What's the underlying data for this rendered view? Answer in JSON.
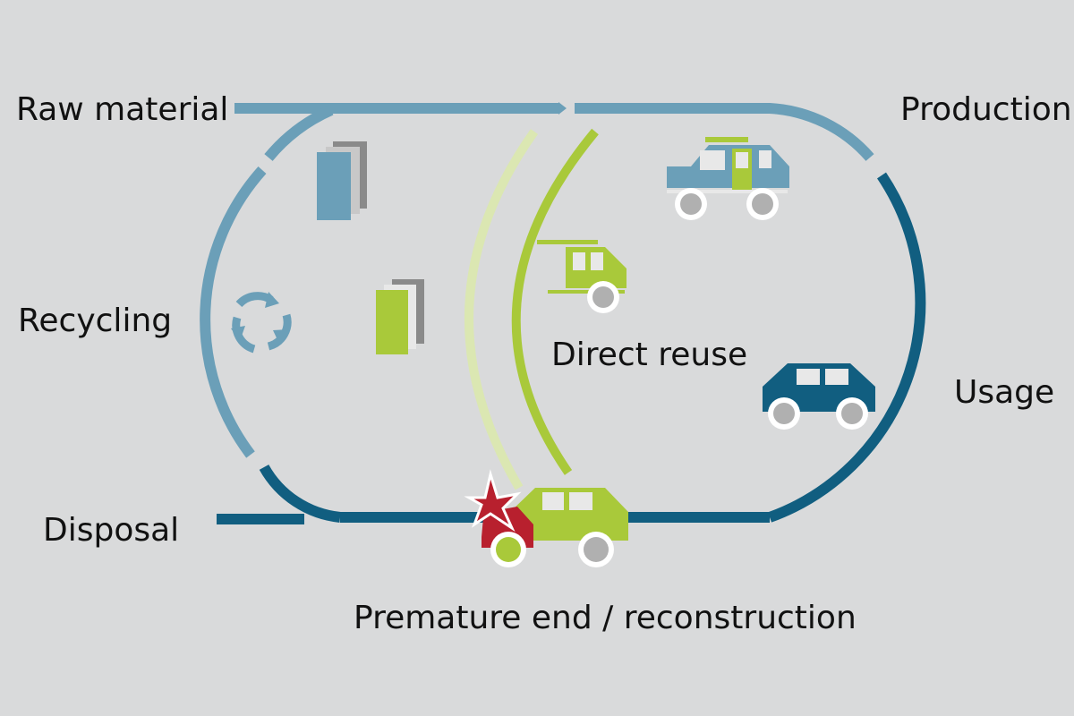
{
  "labels": {
    "raw_material": "Raw material",
    "production": "Production",
    "recycling": "Recycling",
    "usage": "Usage",
    "direct_reuse": "Direct reuse",
    "disposal": "Disposal",
    "premature_end": "Premature end / reconstruction"
  },
  "colors": {
    "background": "#d9dadb",
    "light_blue": "#6b9fb8",
    "dark_blue": "#115e80",
    "green": "#a9c93a",
    "pale_green": "#dbe7b2",
    "red": "#b8202e",
    "gray": "#8a8a8a",
    "wheel": "#b0b0b0"
  },
  "icons": [
    "recycle-arrows-icon",
    "material-sheets-icon",
    "green-material-sheets-icon",
    "production-car-icon",
    "reuse-car-icon",
    "usage-car-icon",
    "crashed-car-icon"
  ]
}
